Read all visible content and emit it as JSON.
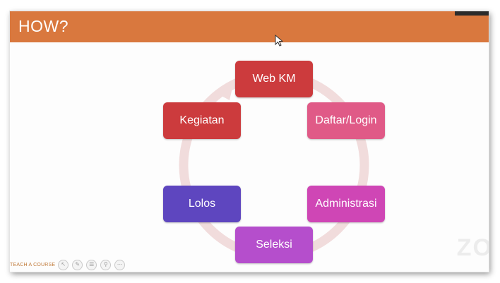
{
  "slide": {
    "title": "HOW?",
    "header_color": "#d9783e"
  },
  "cycle": {
    "steps": [
      {
        "label": "Web KM",
        "color": "#cc3b3d"
      },
      {
        "label": "Daftar/Login",
        "color": "#e05a87"
      },
      {
        "label": "Administrasi",
        "color": "#cf46b5"
      },
      {
        "label": "Seleksi",
        "color": "#b54ecc"
      },
      {
        "label": "Lolos",
        "color": "#5e46bf"
      },
      {
        "label": "Kegiatan",
        "color": "#cc3b3d"
      }
    ],
    "ring_color": "#f1dcdc"
  },
  "toolbar": {
    "label": "TEACH A COURSE",
    "tools": [
      "pointer-icon",
      "pen-icon",
      "menu-icon",
      "zoom-icon",
      "more-icon"
    ]
  },
  "watermark": {
    "text": "ZO"
  }
}
